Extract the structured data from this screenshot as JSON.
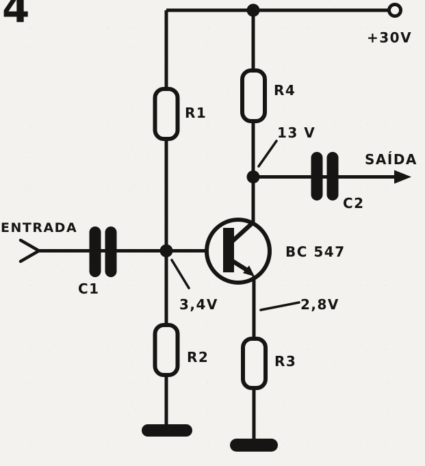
{
  "figure": {
    "number": "4"
  },
  "colors": {
    "ink": "#171513",
    "paper": "#f3f2ee"
  },
  "power_rail": {
    "label": "+30V"
  },
  "ports": {
    "input": "ENTRADA",
    "output": "SAÍDA"
  },
  "components": {
    "r1": "R1",
    "r2": "R2",
    "r3": "R3",
    "r4": "R4",
    "c1": "C1",
    "c2": "C2",
    "transistor": "BC 547"
  },
  "annotations": {
    "collector_voltage": "13 V",
    "base_voltage": "3,4V",
    "emitter_voltage": "2,8V"
  }
}
